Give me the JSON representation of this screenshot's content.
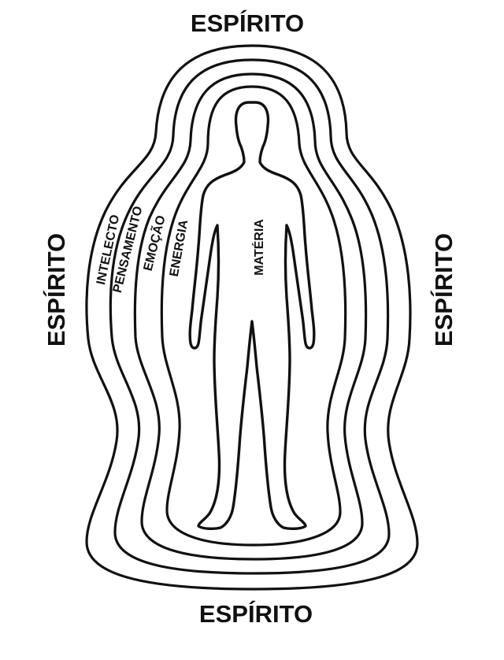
{
  "diagram": {
    "spirit_top": "ESPÍRITO",
    "spirit_bottom": "ESPÍRITO",
    "spirit_left": "ESPÍRITO",
    "spirit_right": "ESPÍRITO",
    "layers": {
      "intellect": "INTELECTO",
      "thought": "PENSAMENTO",
      "emotion": "EMOÇÃO",
      "energy": "ENERGIA",
      "matter": "MATÉRIA"
    }
  }
}
